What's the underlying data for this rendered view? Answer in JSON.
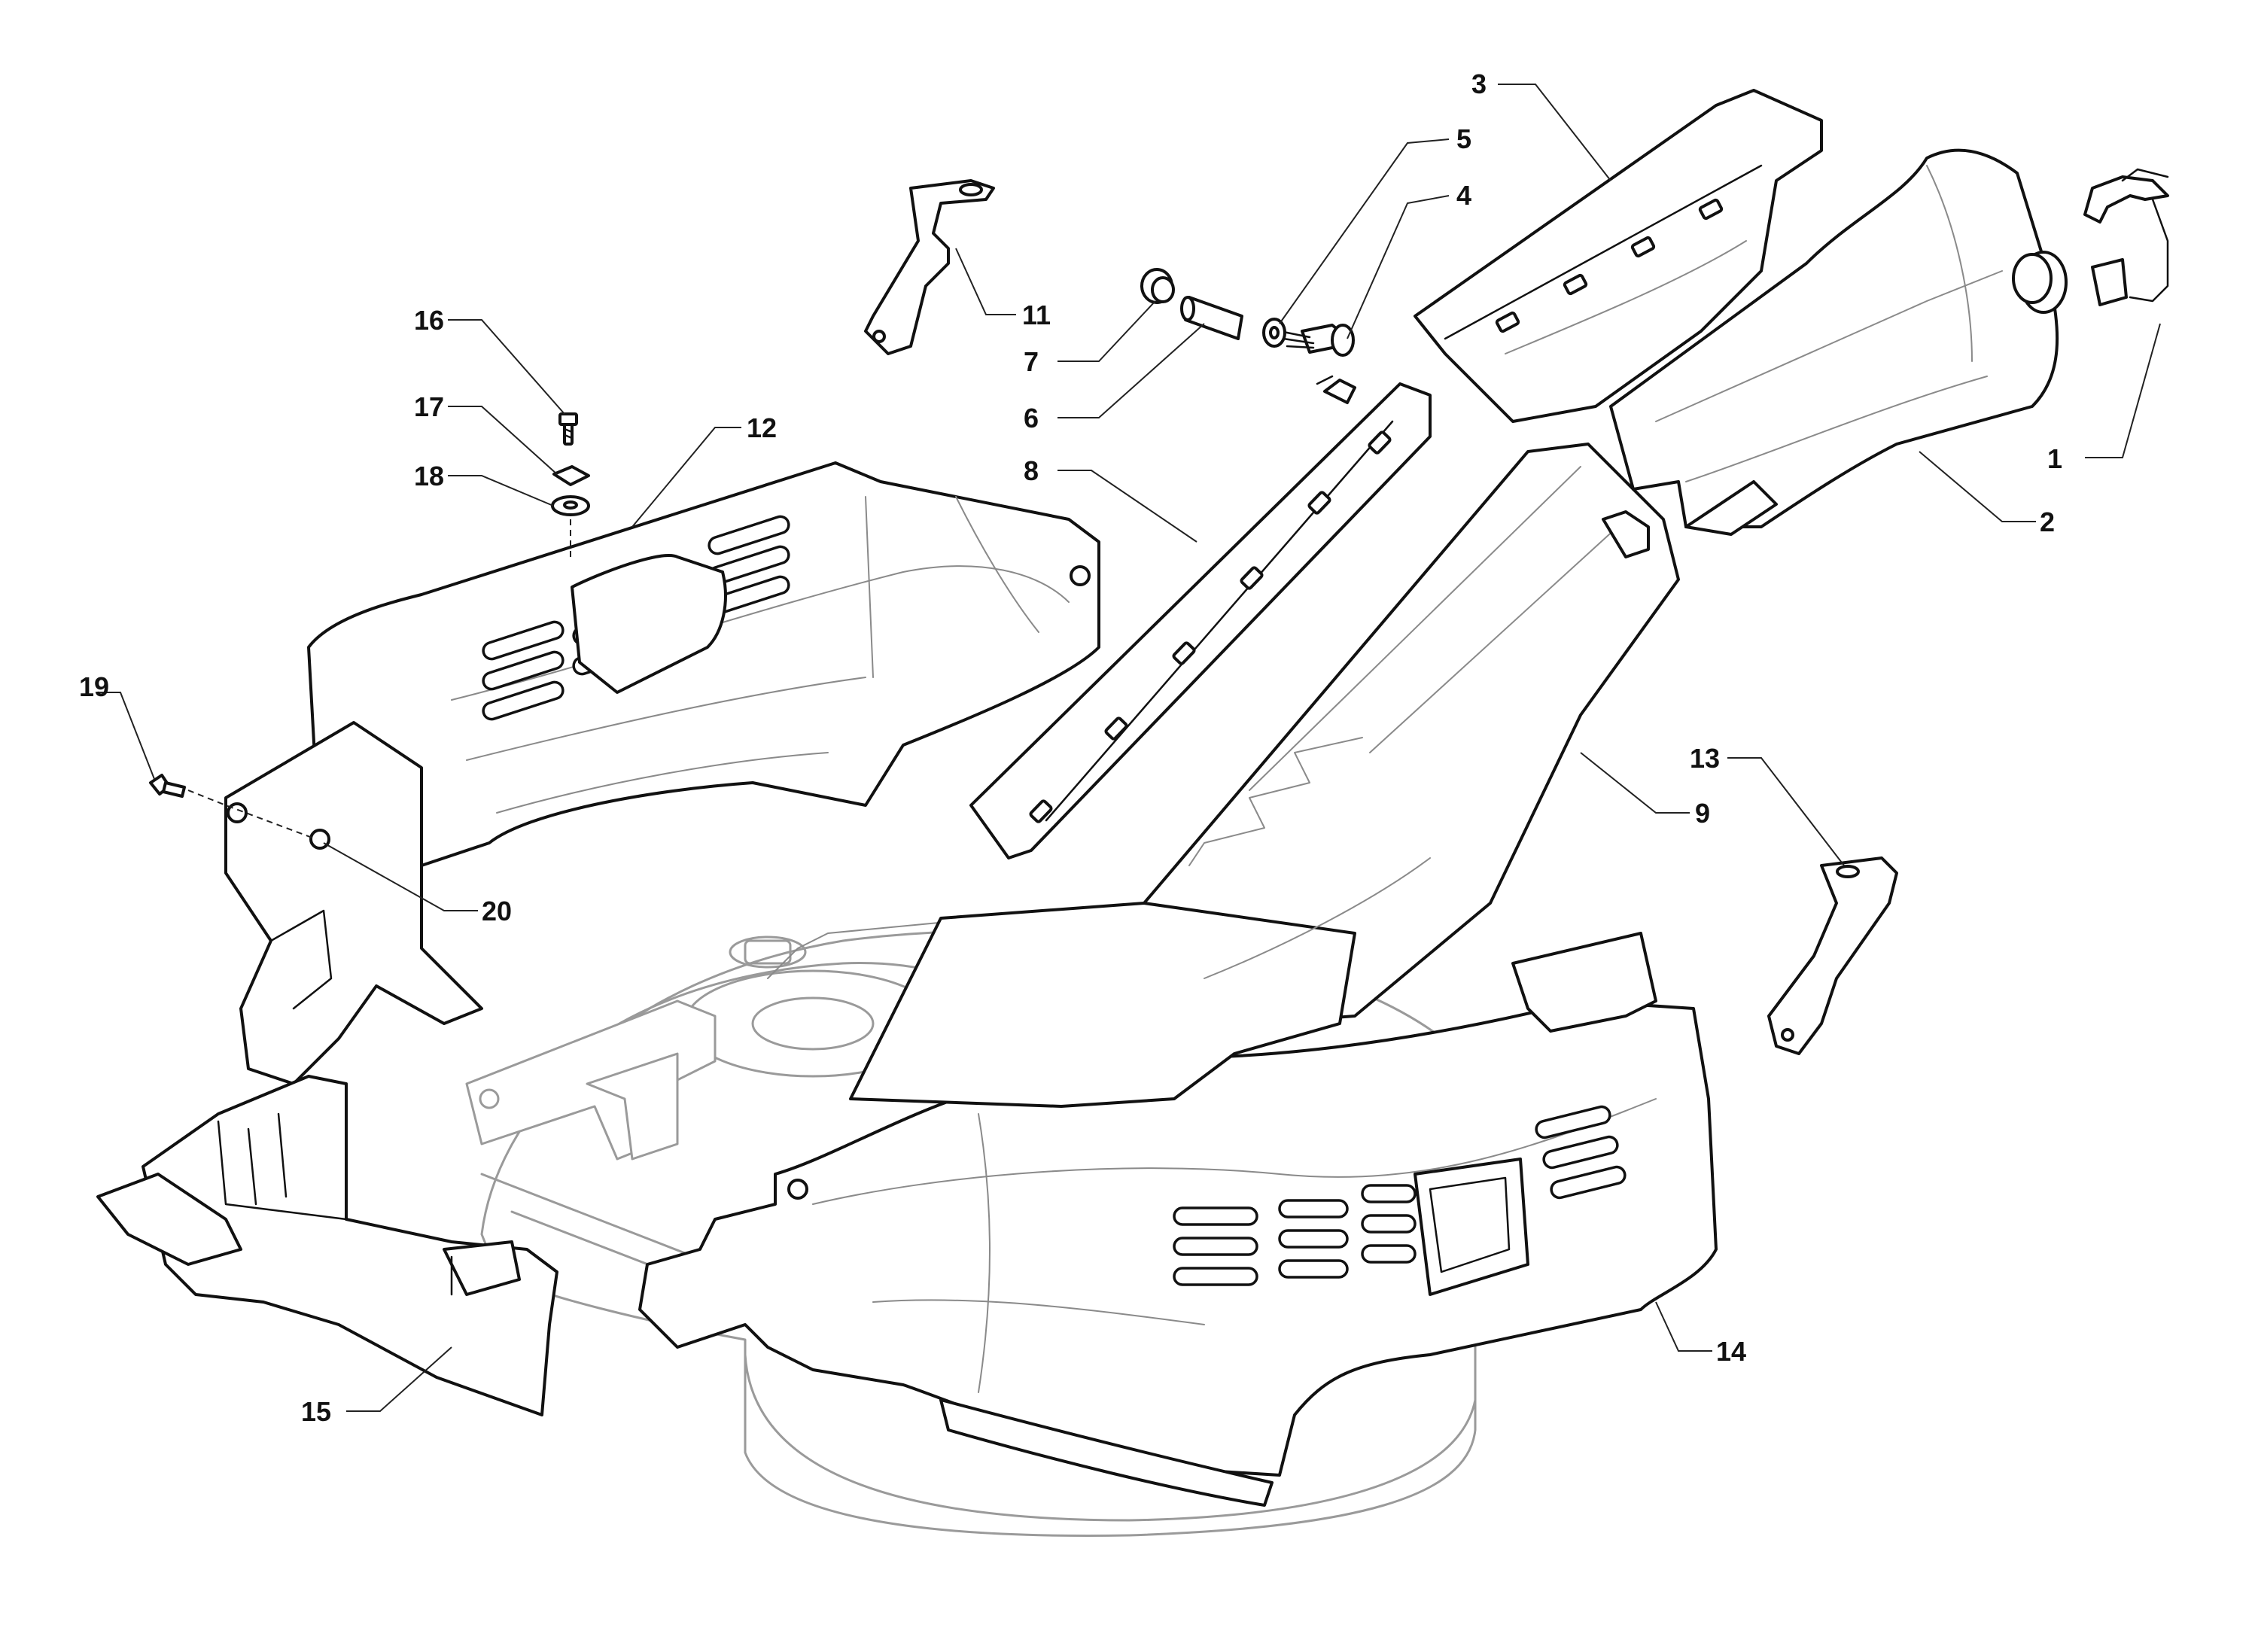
{
  "diagram": {
    "callouts": [
      {
        "id": "1",
        "label": "1"
      },
      {
        "id": "2",
        "label": "2"
      },
      {
        "id": "3",
        "label": "3"
      },
      {
        "id": "4",
        "label": "4"
      },
      {
        "id": "5",
        "label": "5"
      },
      {
        "id": "6",
        "label": "6"
      },
      {
        "id": "7",
        "label": "7"
      },
      {
        "id": "8",
        "label": "8"
      },
      {
        "id": "9",
        "label": "9"
      },
      {
        "id": "11",
        "label": "11"
      },
      {
        "id": "12",
        "label": "12"
      },
      {
        "id": "13",
        "label": "13"
      },
      {
        "id": "14",
        "label": "14"
      },
      {
        "id": "15",
        "label": "15"
      },
      {
        "id": "16",
        "label": "16"
      },
      {
        "id": "17",
        "label": "17"
      },
      {
        "id": "18",
        "label": "18"
      },
      {
        "id": "19",
        "label": "19"
      },
      {
        "id": "20",
        "label": "20"
      }
    ]
  }
}
